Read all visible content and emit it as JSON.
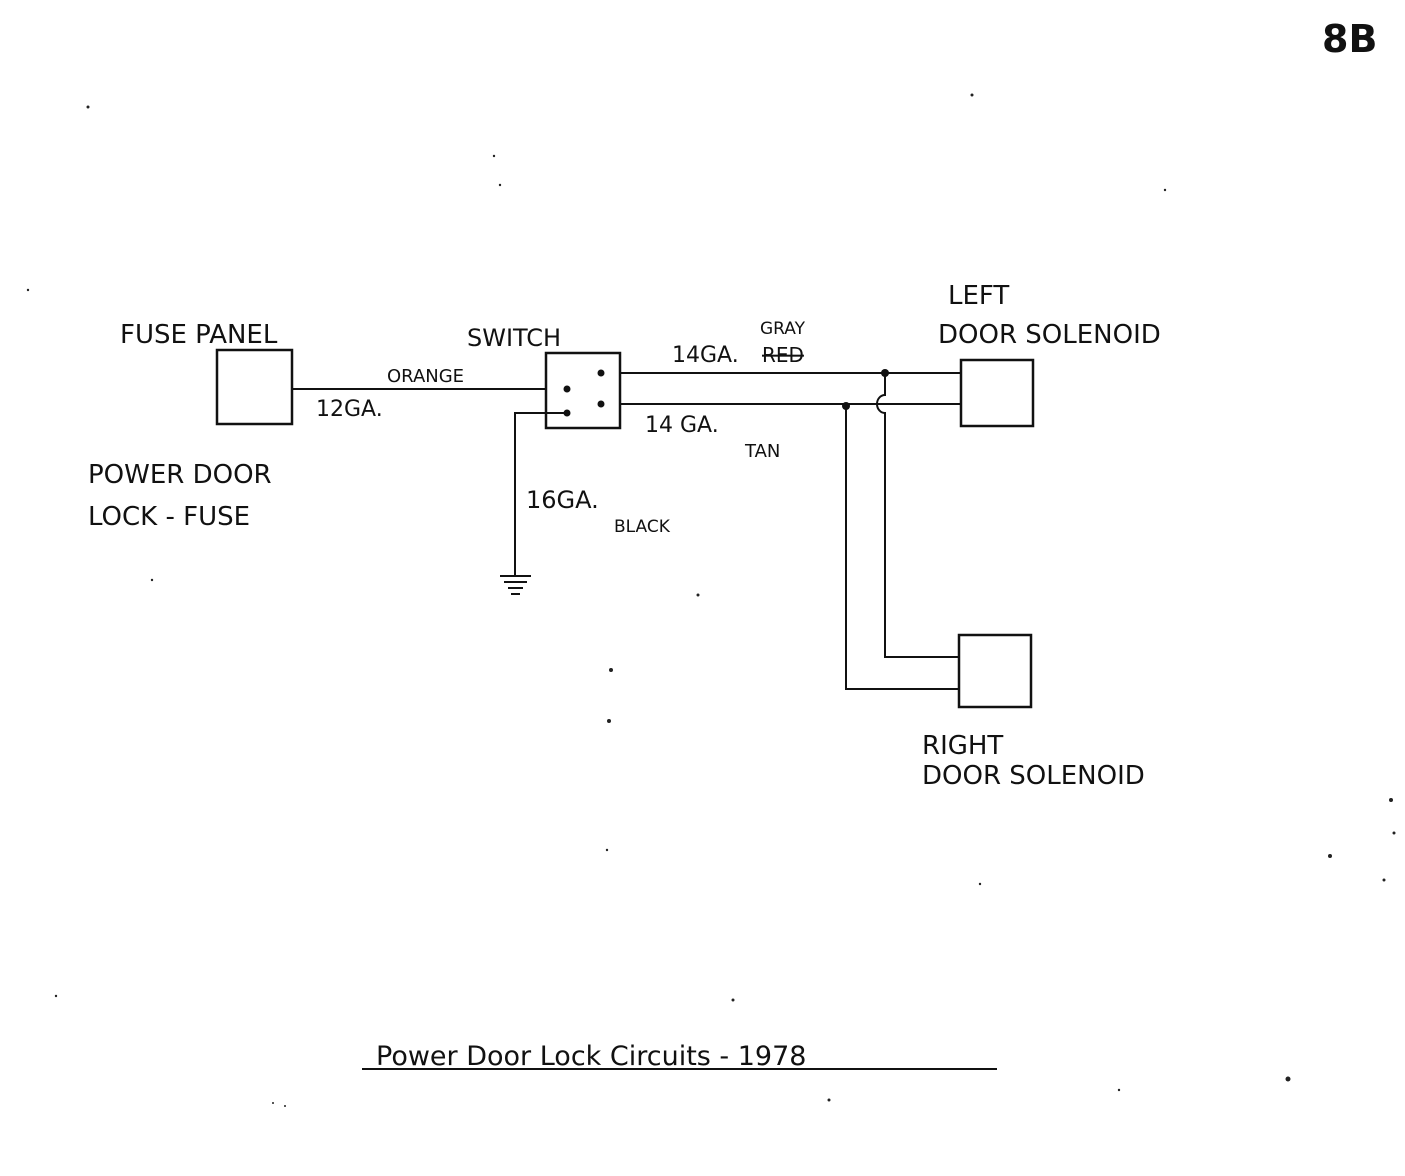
{
  "page_number": "8B",
  "title": "Power Door Lock Circuits - 1978",
  "components": {
    "fuse_panel": "FUSE PANEL",
    "fuse_caption_line1": "POWER DOOR",
    "fuse_caption_line2": "LOCK - FUSE",
    "switch": "SWITCH",
    "left_solenoid_line1": "LEFT",
    "left_solenoid_line2": "DOOR SOLENOID",
    "right_solenoid_line1": "RIGHT",
    "right_solenoid_line2": "DOOR SOLENOID"
  },
  "wires": {
    "feed_color": "ORANGE",
    "feed_gauge": "12GA.",
    "upper_gauge": "14GA.",
    "upper_color_crossed": "RED",
    "upper_color": "GRAY",
    "lower_gauge": "14 GA.",
    "lower_color": "TAN",
    "ground_gauge": "16GA.",
    "ground_color": "BLACK"
  }
}
